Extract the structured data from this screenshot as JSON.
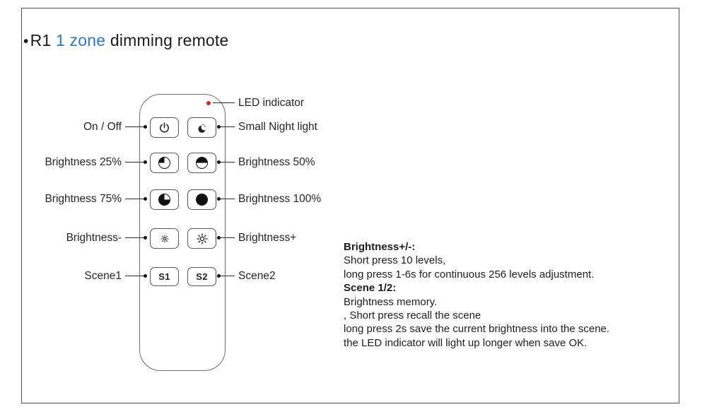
{
  "title": {
    "bullet": "•",
    "prefix": "R1 ",
    "highlight": "1 zone",
    "suffix": " dimming remote"
  },
  "colors": {
    "highlight_blue": "#2a79c0",
    "led_red": "#d42b20",
    "outline_gray": "#565656"
  },
  "remote": {
    "led_label": "LED indicator",
    "buttons": [
      {
        "id": "onoff",
        "icon": "power-icon",
        "label": "On / Off"
      },
      {
        "id": "night-light",
        "icon": "moon-icon",
        "label": "Small Night light"
      },
      {
        "id": "brightness-25",
        "icon": "pie-25-icon",
        "label": "Brightness 25%"
      },
      {
        "id": "brightness-50",
        "icon": "pie-50-icon",
        "label": "Brightness 50%"
      },
      {
        "id": "brightness-75",
        "icon": "pie-75-icon",
        "label": "Brightness 75%"
      },
      {
        "id": "brightness-100",
        "icon": "pie-100-icon",
        "label": "Brightness 100%"
      },
      {
        "id": "brightness-minus",
        "icon": "sun-dim-icon",
        "label": "Brightness-"
      },
      {
        "id": "brightness-plus",
        "icon": "sun-bright-icon",
        "label": "Brightness+"
      },
      {
        "id": "scene1",
        "text": "S1",
        "label": "Scene1"
      },
      {
        "id": "scene2",
        "text": "S2",
        "label": "Scene2"
      }
    ]
  },
  "info": {
    "lines": [
      {
        "text": "Brightness+/-:",
        "bold": true
      },
      {
        "text": "Short press 10 levels,",
        "bold": false
      },
      {
        "text": "long press 1-6s for continuous 256 levels adjustment.",
        "bold": false
      },
      {
        "text": "Scene 1/2:",
        "bold": true
      },
      {
        "text": "Brightness memory.",
        "bold": false
      },
      {
        "text": ", Short press recall the scene",
        "bold": false
      },
      {
        "text": "long press 2s save the current brightness into the scene.",
        "bold": false
      },
      {
        "text": "the LED indicator will light up longer when save OK.",
        "bold": false
      }
    ]
  }
}
